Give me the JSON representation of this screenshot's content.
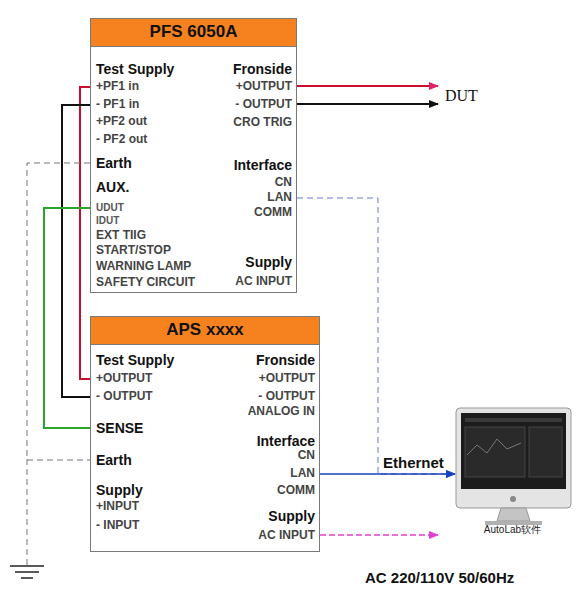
{
  "diagram": {
    "nodes": [
      {
        "text": [
          "PFS 6050A",
          "Test Supply",
          "+PF1 in",
          "- PF1 in",
          "+PF2 out",
          "- PF2 out",
          "Earth",
          "AUX.",
          "UDUT",
          "IDUT",
          "EXT TIIG",
          "START/STOP",
          "WARNING LAMP",
          "SAFETY CIRCUIT",
          "Fronside",
          "+OUTPUT",
          "- OUTPUT",
          "CRO TRIG",
          "Interface",
          "CN",
          "LAN",
          "COMM",
          "Supply",
          "AC INPUT"
        ]
      },
      {
        "text": [
          "APS xxxx",
          "Test Supply",
          "+OUTPUT",
          "- OUTPUT",
          "SENSE",
          "Earth",
          "Supply",
          "+INPUT",
          "- INPUT",
          "Fronside",
          "+OUTPUT",
          "- OUTPUT",
          "ANALOG IN",
          "Interface",
          "CN",
          "LAN",
          "COMM",
          "Supply",
          "AC INPUT"
        ]
      },
      {
        "text": [
          "AutoLab软件"
        ]
      }
    ],
    "edges": [
      {
        "from": 0,
        "to": 1,
        "arrow": "none"
      },
      {
        "from": 0,
        "to": 1,
        "arrow": "none"
      },
      {
        "from": 0,
        "to": 1,
        "arrow": "none"
      },
      {
        "from": 0,
        "to": 1,
        "arrow": "none"
      },
      {
        "from": 0,
        "to": 2,
        "arrow": "to"
      },
      {
        "from": 1,
        "to": 2,
        "label": "Ethernet",
        "arrow": "to"
      }
    ],
    "labels": [
      "DUT",
      "AC 220/110V 50/60Hz"
    ]
  }
}
